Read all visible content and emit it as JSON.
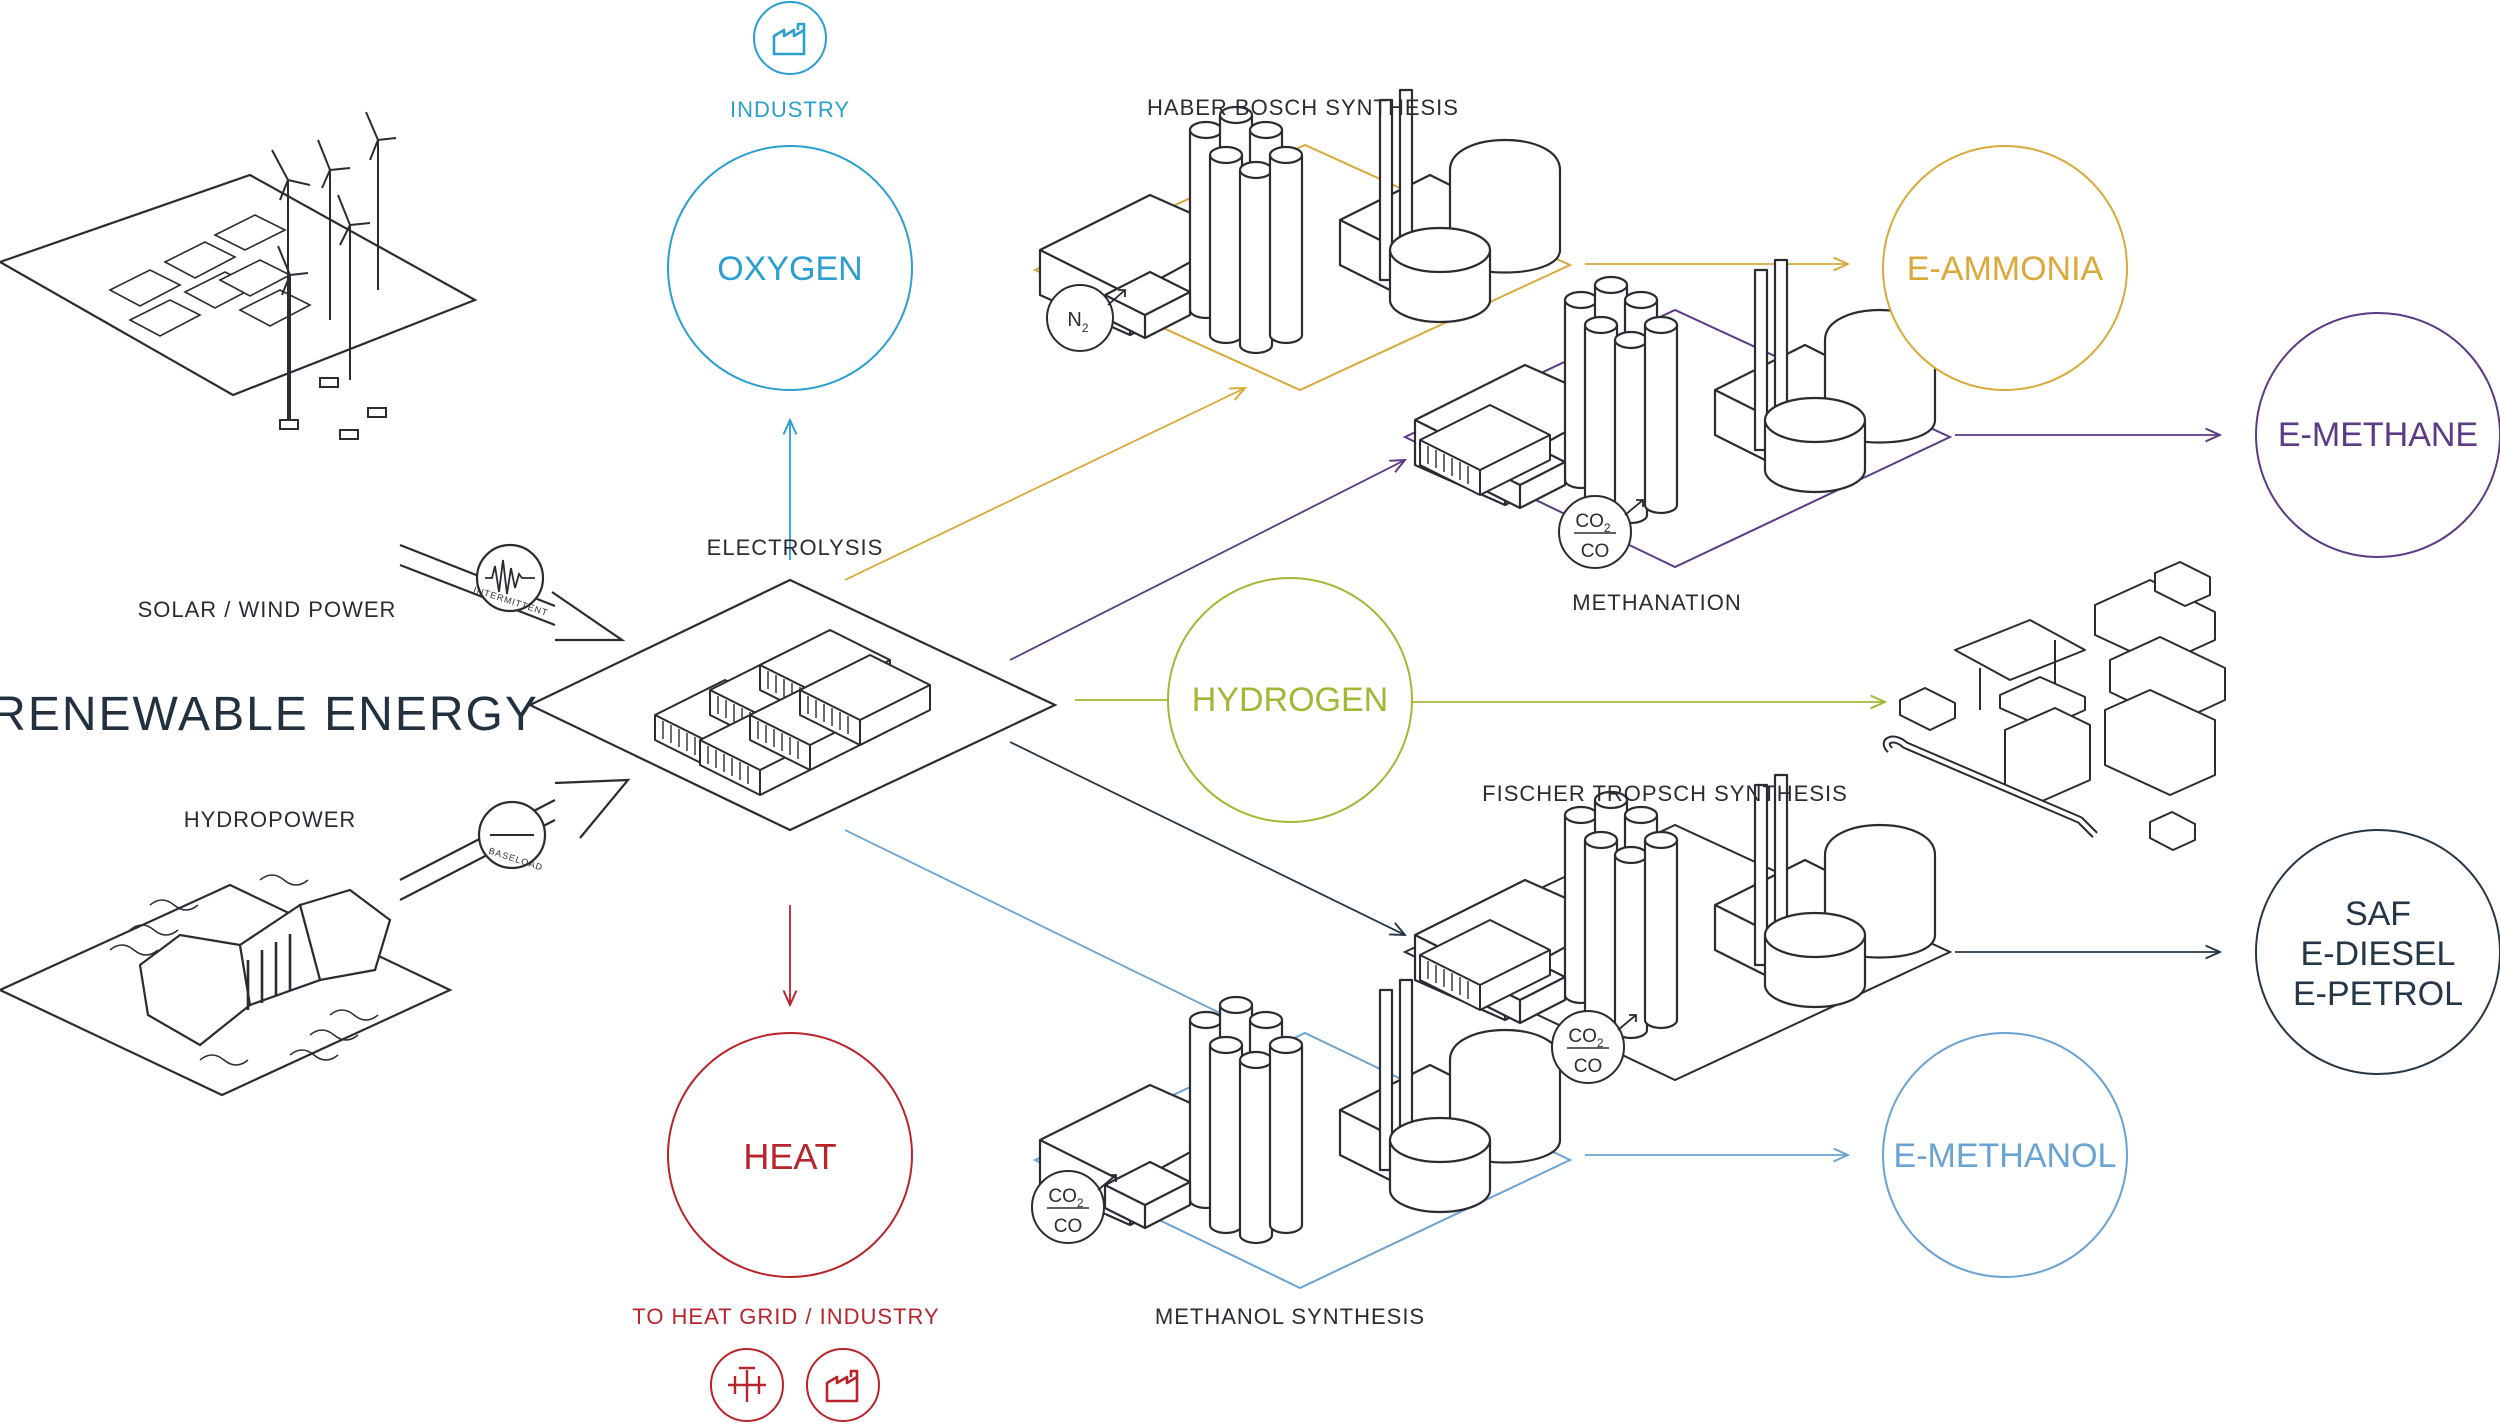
{
  "title": "RENEWABLE ENERGY",
  "sources": {
    "solar_wind": "SOLAR / WIND POWER",
    "hydro": "HYDROPOWER",
    "intermittent": "INTERMITTENT",
    "baseload": "BASELOAD"
  },
  "process": {
    "electrolysis": "ELECTROLYSIS",
    "haber_bosch": "HABER BOSCH SYNTHESIS",
    "methanation": "METHANATION",
    "fischer_tropsch": "FISCHER TROPSCH SYNTHESIS",
    "methanol_synthesis": "METHANOL SYNTHESIS"
  },
  "outputs": {
    "oxygen": "OXYGEN",
    "industry": "INDUSTRY",
    "heat": "HEAT",
    "heat_grid": "TO HEAT GRID / INDUSTRY",
    "hydrogen": "HYDROGEN",
    "e_ammonia": "E-AMMONIA",
    "e_methane": "E-METHANE",
    "saf": "SAF",
    "e_diesel": "E-DIESEL",
    "e_petrol": "E-PETROL",
    "e_methanol": "E-METHANOL"
  },
  "inputs": {
    "n2": "N",
    "n2_sub": "2",
    "co2": "CO",
    "co2_sub": "2",
    "co": "CO"
  },
  "colors": {
    "oxygen": "#2a9fd0",
    "heat": "#b8242b",
    "hydrogen": "#a7b536",
    "ammonia": "#d9a93a",
    "methane": "#5b3a86",
    "fuels": "#253746",
    "methanol": "#6aa3d3",
    "line": "#2b2b33"
  },
  "icons": {
    "industry_top": "factory-icon",
    "heat_valve": "valve-icon",
    "heat_factory": "factory-icon"
  }
}
